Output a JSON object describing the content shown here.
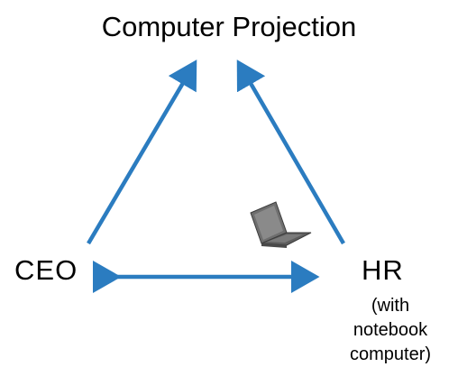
{
  "nodes": {
    "top": "Computer Projection",
    "left": "CEO",
    "right": "HR",
    "right_note_line1": "(with notebook",
    "right_note_line2": "computer)"
  },
  "colors": {
    "arrow": "#2b7cc0",
    "laptop_body": "#6e6e6e",
    "laptop_screen": "#8a8a8a",
    "text": "#000000"
  },
  "icons": [
    "laptop-icon"
  ]
}
